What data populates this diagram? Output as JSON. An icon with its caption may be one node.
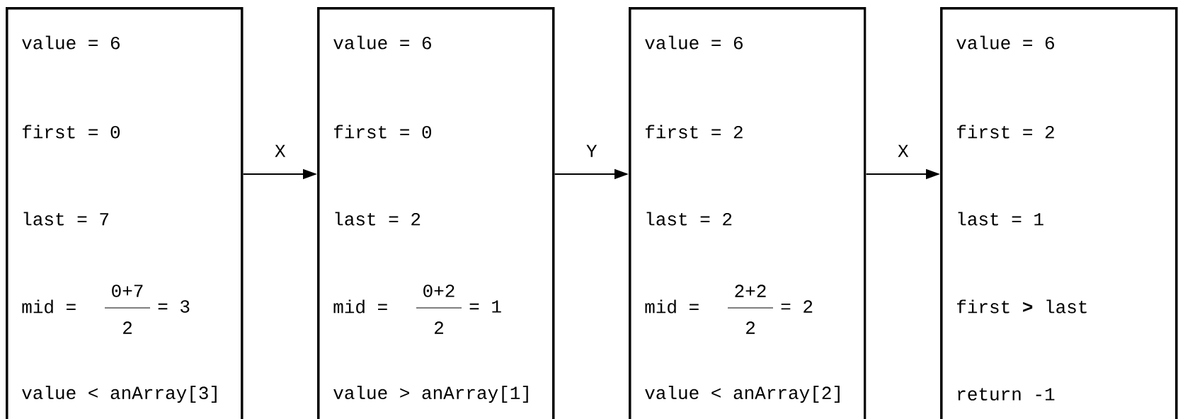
{
  "diagram": {
    "nodes": [
      {
        "text": [
          "value = 6",
          "first = 0",
          "last = 7",
          "mid =",
          "0+7",
          "2",
          "= 3",
          "value < anArray[3]"
        ]
      },
      {
        "text": [
          "value = 6",
          "first = 0",
          "last = 2",
          "mid =",
          "0+2",
          "2",
          "= 1",
          "value > anArray[1]"
        ]
      },
      {
        "text": [
          "value = 6",
          "first = 2",
          "last = 2",
          "mid =",
          "2+2",
          "2",
          "= 2",
          "value < anArray[2]"
        ]
      },
      {
        "text": [
          "value = 6",
          "first = 2",
          "last = 1",
          "first **>** last",
          "return -1"
        ]
      }
    ],
    "edges": [
      {
        "from": 0,
        "to": 1,
        "arrow": "to",
        "label": "X"
      },
      {
        "from": 1,
        "to": 2,
        "arrow": "to",
        "label": "Y"
      },
      {
        "from": 2,
        "to": 3,
        "arrow": "to",
        "label": "X"
      }
    ]
  }
}
